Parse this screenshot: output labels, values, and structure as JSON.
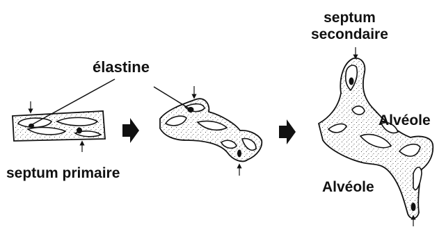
{
  "labels": {
    "elastin": "élastine",
    "primary_septum": "septum primaire",
    "secondary_septum_line1": "septum",
    "secondary_septum_line2": "secondaire",
    "alveolus_right": "Alvéole",
    "alveolus_bottom": "Alvéole"
  },
  "colors": {
    "ink": "#111111",
    "background": "#ffffff",
    "tissue_fill": "#ffffff"
  },
  "stages": [
    "primary-septum",
    "intermediate",
    "secondary-septum"
  ],
  "icons": [
    "arrow-right-icon",
    "arrow-right-icon"
  ]
}
